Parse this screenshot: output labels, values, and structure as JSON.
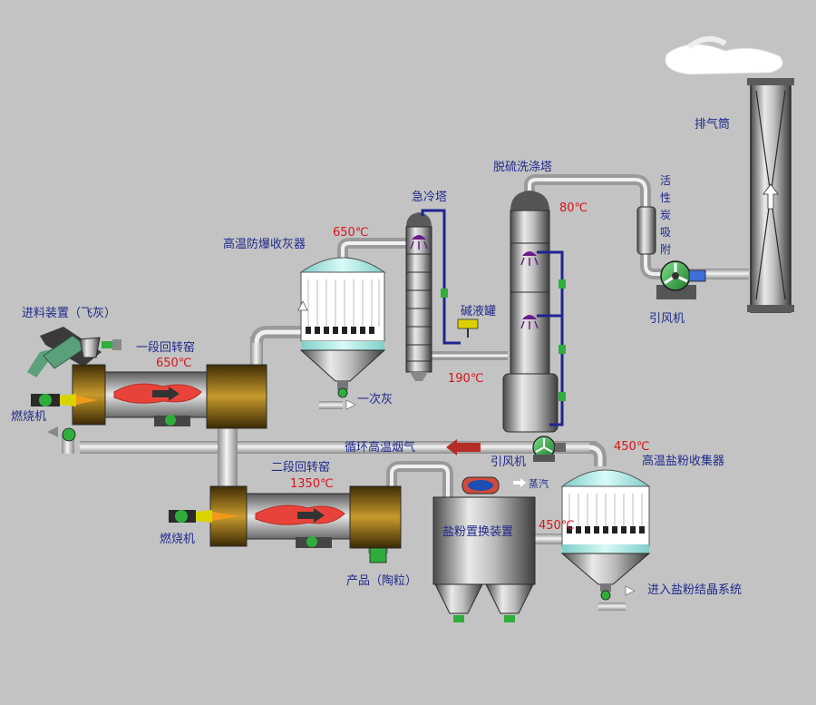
{
  "labels": {
    "feeder": "进料装置（飞灰）",
    "kiln1": "一段回转窑",
    "burner1": "燃烧机",
    "burner2": "燃烧机",
    "kiln2": "二段回转窑",
    "dust_collector": "高温防爆收灰器",
    "primary_ash": "一次灰",
    "quench_tower": "急冷塔",
    "alkali_tank": "碱液罐",
    "scrubber": "脱硫洗涤塔",
    "activated_carbon": "活性炭吸附",
    "chimney": "排气筒",
    "id_fan_top": "引风机",
    "id_fan_bottom": "引风机",
    "recirc_gas": "循环高温烟气",
    "salt_collector": "高温盐粉收集器",
    "salt_exchanger": "盐粉置换装置",
    "steam": "蒸汽",
    "product": "产品（陶粒）",
    "crystallization": "进入盐粉结晶系统"
  },
  "temperatures": {
    "kiln1": "650℃",
    "dust_collector_inlet": "650℃",
    "quench_outlet": "190℃",
    "scrubber_outlet": "80℃",
    "salt_collector_inlet": "450℃",
    "salt_exchanger": "450℃",
    "kiln2": "1350℃"
  },
  "colors": {
    "background": "#c3c3c3",
    "label_text": "#1f2a8a",
    "temperature_text": "#d8141b",
    "valve_green": "#2fae3c",
    "kiln_brown": "#7a5a16",
    "flame": "#e8433a",
    "hopper_teal": "#a8e8e4",
    "alkali_line": "#1f2590"
  }
}
